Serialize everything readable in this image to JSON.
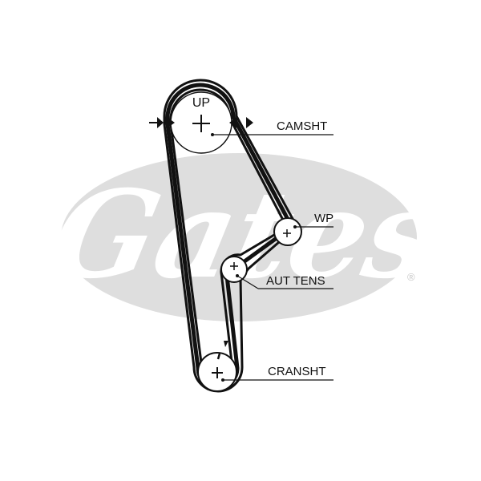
{
  "diagram": {
    "labels": {
      "camshaft": "CAMSHT",
      "water_pump": "WP",
      "auto_tensioner": "AUT TENS",
      "crankshaft": "CRANSHT",
      "rotation": "UP"
    }
  },
  "watermark": {
    "brand": "Gates",
    "registered_mark": "®",
    "color": "#dedede"
  },
  "colors": {
    "belt": "#111111",
    "background": "#ffffff"
  }
}
